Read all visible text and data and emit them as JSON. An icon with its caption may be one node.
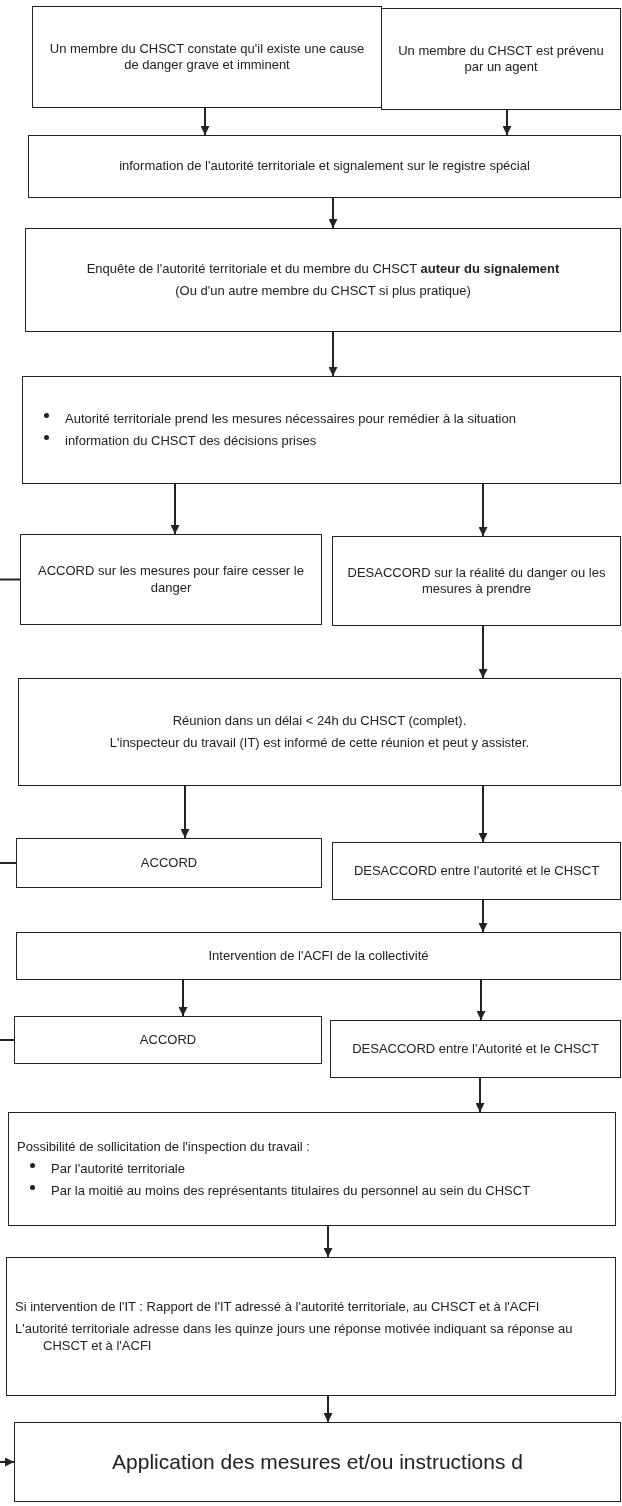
{
  "diagram": {
    "nodes": [
      {
        "text": [
          "Un membre du CHSCT constate qu'il existe une cause de danger grave et imminent"
        ]
      },
      {
        "text": [
          "Un membre du CHSCT est prévenu par un agent"
        ]
      },
      {
        "text": [
          "information de l'autorité territoriale et signalement sur le registre spécial"
        ]
      },
      {
        "text": [
          "Enquête de l'autorité territoriale et du membre du CHSCT **auteur du signalement**",
          "(Ou d'un autre membre du CHSCT si plus pratique)"
        ]
      },
      {
        "text": [
          "Autorité territoriale prend les mesures nécessaires pour remédier à la situation",
          "information du CHSCT des décisions prises"
        ]
      },
      {
        "text": [
          "ACCORD sur les mesures pour faire cesser le danger"
        ]
      },
      {
        "text": [
          "DESACCORD sur la réalité du danger ou les mesures à prendre"
        ]
      },
      {
        "text": [
          "Réunion dans un délai < 24h du CHSCT (complet).",
          "L'inspecteur du travail (IT) est informé de cette réunion et peut y assister."
        ]
      },
      {
        "text": [
          "ACCORD"
        ]
      },
      {
        "text": [
          "DESACCORD entre l'autorité et le CHSCT"
        ]
      },
      {
        "text": [
          "Intervention de l'ACFI de la collectivité"
        ]
      },
      {
        "text": [
          "ACCORD"
        ]
      },
      {
        "text": [
          "DESACCORD entre l'Autorité et le CHSCT"
        ]
      },
      {
        "text": [
          "Possibilité de sollicitation de l'inspection du travail :",
          "Par l'autorité territoriale",
          "Par la moitié au moins des représentants titulaires du personnel au sein du CHSCT"
        ]
      },
      {
        "text": [
          "Si intervention de l'IT : Rapport de l'IT adressé à l'autorité territoriale, au CHSCT et à l'ACFI",
          "L'autorité territoriale adresse dans les quinze jours une réponse motivée indiquant sa réponse au CHSCT et à l'ACFI"
        ]
      },
      {
        "text": [
          "Application des mesures et/ou instructions d"
        ]
      }
    ],
    "edges": [
      {
        "from": 0,
        "to": 2,
        "arrow": "to"
      },
      {
        "from": 1,
        "to": 2,
        "arrow": "to"
      },
      {
        "from": 2,
        "to": 3,
        "arrow": "to"
      },
      {
        "from": 3,
        "to": 4,
        "arrow": "to"
      },
      {
        "from": 4,
        "to": 5,
        "arrow": "to"
      },
      {
        "from": 4,
        "to": 6,
        "arrow": "to"
      },
      {
        "from": 6,
        "to": 7,
        "arrow": "to"
      },
      {
        "from": 7,
        "to": 8,
        "arrow": "to"
      },
      {
        "from": 7,
        "to": 9,
        "arrow": "to"
      },
      {
        "from": 9,
        "to": 10,
        "arrow": "to"
      },
      {
        "from": 10,
        "to": 11,
        "arrow": "to"
      },
      {
        "from": 10,
        "to": 12,
        "arrow": "to"
      },
      {
        "from": 12,
        "to": 13,
        "arrow": "to"
      },
      {
        "from": 13,
        "to": 14,
        "arrow": "to"
      },
      {
        "from": 14,
        "to": 15,
        "arrow": "to"
      },
      {
        "from": 5,
        "to": null,
        "arrow": "none"
      },
      {
        "from": 8,
        "to": null,
        "arrow": "none"
      },
      {
        "from": 11,
        "to": null,
        "arrow": "none"
      },
      {
        "from": null,
        "to": 15,
        "arrow": "to"
      }
    ]
  }
}
